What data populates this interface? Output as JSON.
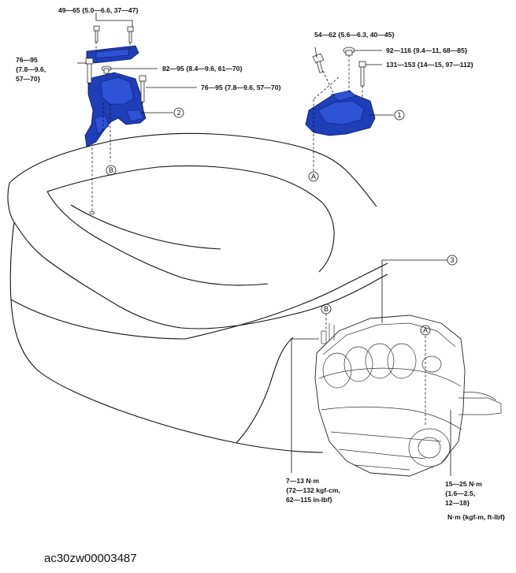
{
  "torque": {
    "t1": "49—65 {5.0—6.6, 37—47}",
    "t2_line1": "76—95",
    "t2_line2": "{7.8—9.6,",
    "t2_line3": "57—70}",
    "t3": "82—95 {8.4—9.6, 61—70}",
    "t4": "76—95 {7.8—9.6, 57—70}",
    "t5": "54—62 {5.6—6.3, 40—45}",
    "t6": "92—116 {9.4—11, 68—85}",
    "t7": "131—153 {14—15, 97—112}",
    "t8_line1": "7—13 N·m",
    "t8_line2": "{72—132 kgf-cm,",
    "t8_line3": "62—115 in-lbf}",
    "t9_line1": "15—25 N·m",
    "t9_line2": "{1.6—2.5,",
    "t9_line3": "12—18}"
  },
  "units": "N·m {kgf-m, ft-lbf}",
  "callouts": {
    "c1": "1",
    "c2": "2",
    "c3": "3"
  },
  "refs": {
    "a": "A",
    "b": "B"
  },
  "figure_code": "ac30zw00003487",
  "colors": {
    "part_blue": "#1f3fb8",
    "line": "#111111"
  }
}
